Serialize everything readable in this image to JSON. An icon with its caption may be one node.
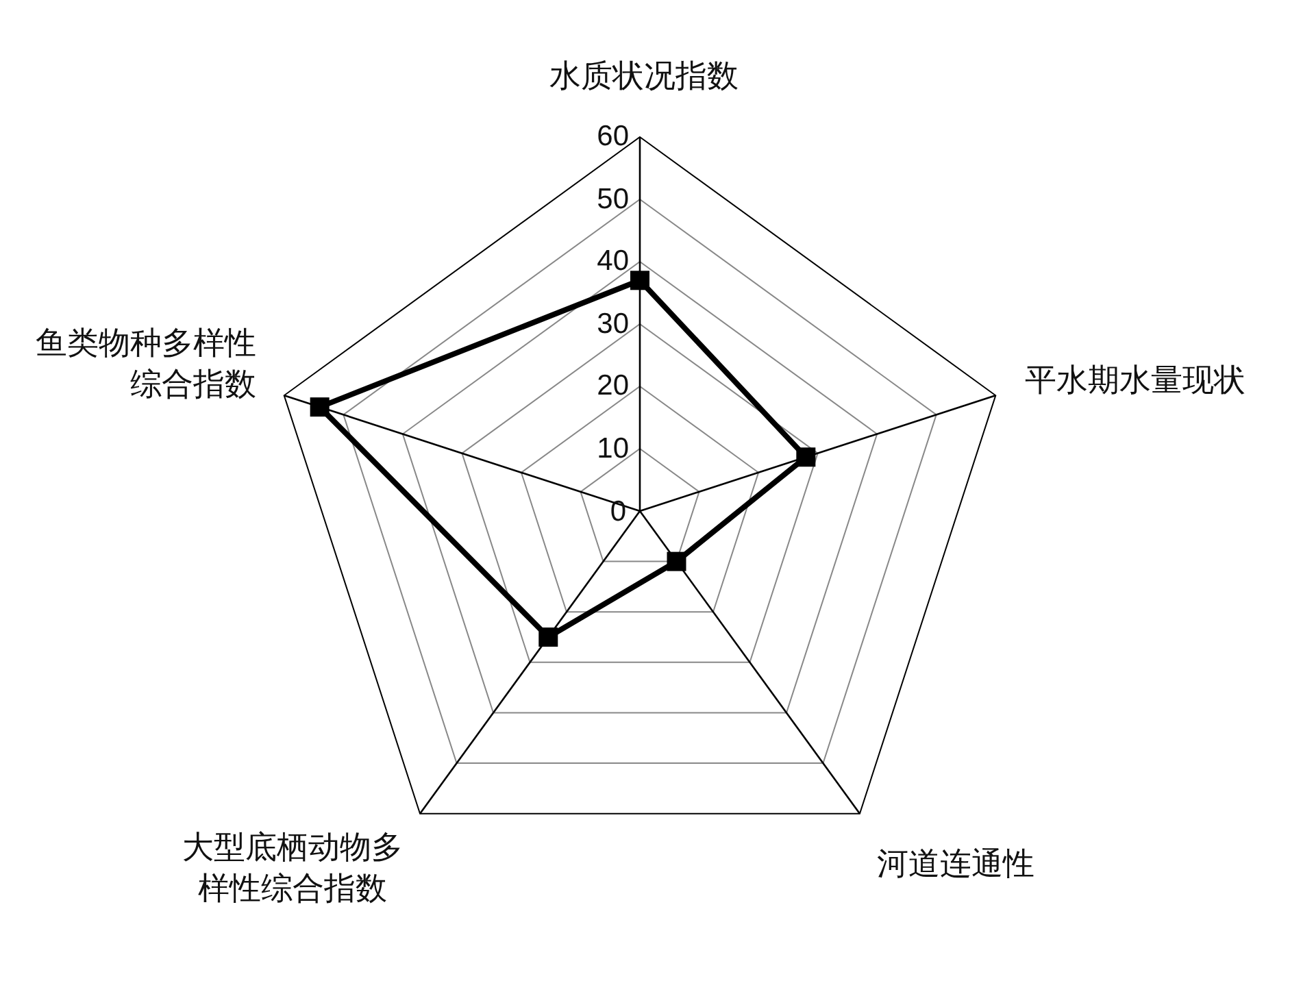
{
  "diagram": {
    "labels": [
      "水质状况指数",
      "60",
      "50",
      "40",
      "30",
      "平水期水量现状",
      "鱼类物种多样性综合指数",
      "20",
      "10",
      "0",
      "大型底栖动物多样性综合指数",
      "河道连通性"
    ]
  }
}
